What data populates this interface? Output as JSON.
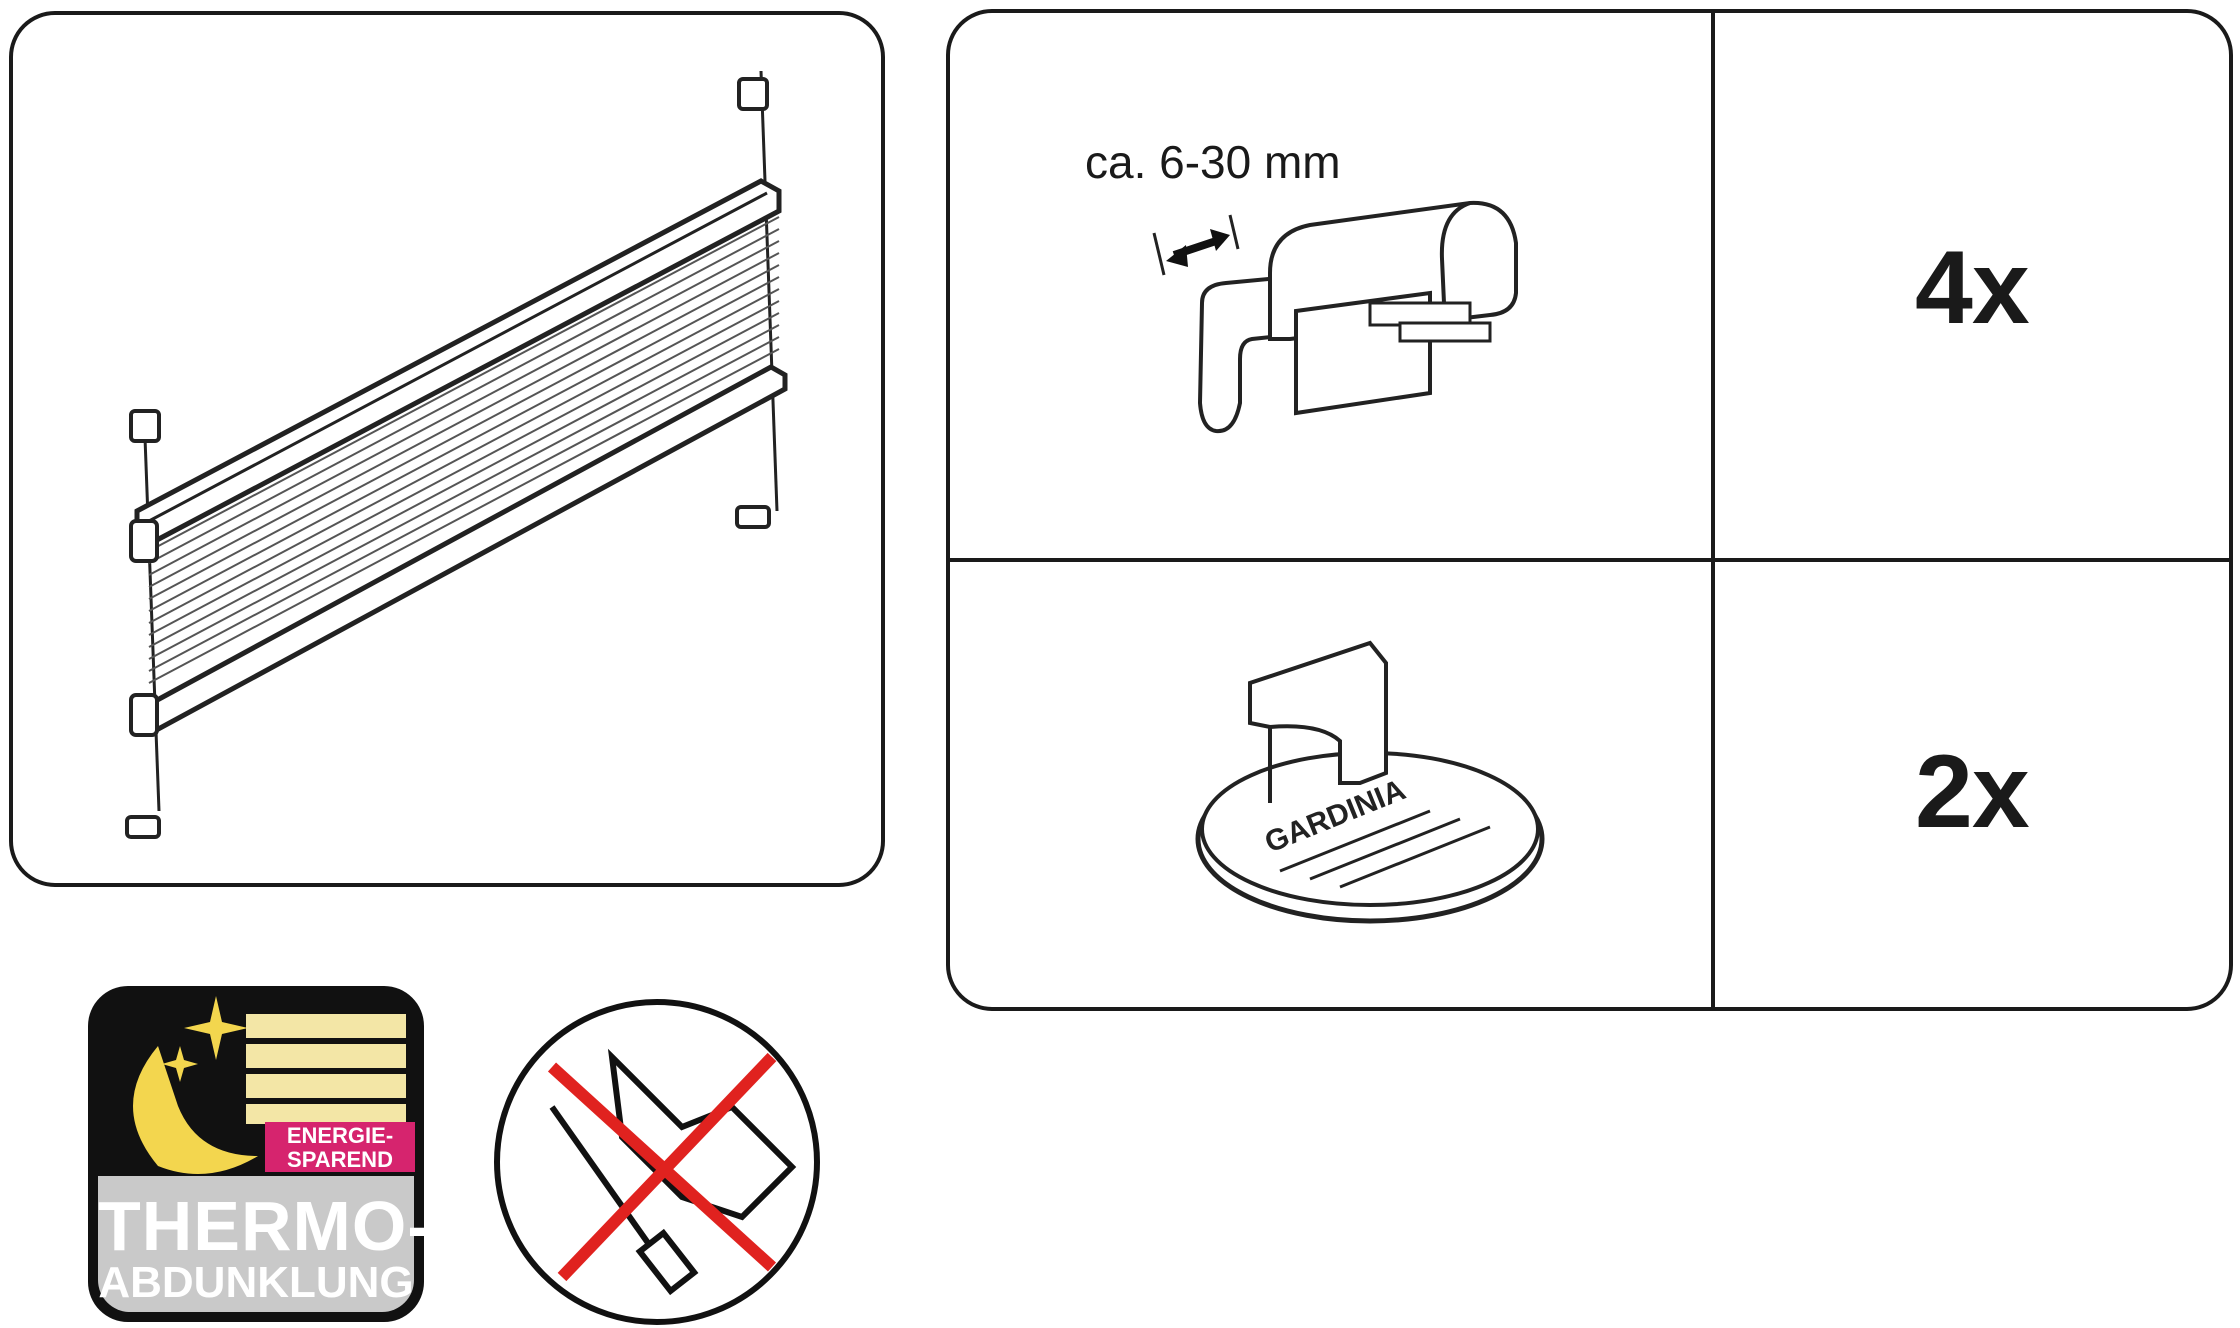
{
  "table": {
    "rows": [
      {
        "item": "klemmtraeger",
        "measure": "ca. 6-30 mm",
        "quantity": "4x"
      },
      {
        "item": "clip-halter",
        "quantity": "2x"
      }
    ]
  },
  "clip_brand": "GARDINIA",
  "badge": {
    "energy_line1": "ENERGIE-",
    "energy_line2": "SPAREND",
    "title_line1": "THERMO-",
    "title_line2": "ABDUNKLUNG"
  },
  "no_drill_icon": "no-drilling-icon",
  "colors": {
    "accent_red": "#e0221f",
    "energy_pink": "#d6246e",
    "moon_yellow": "#f3d64e"
  }
}
